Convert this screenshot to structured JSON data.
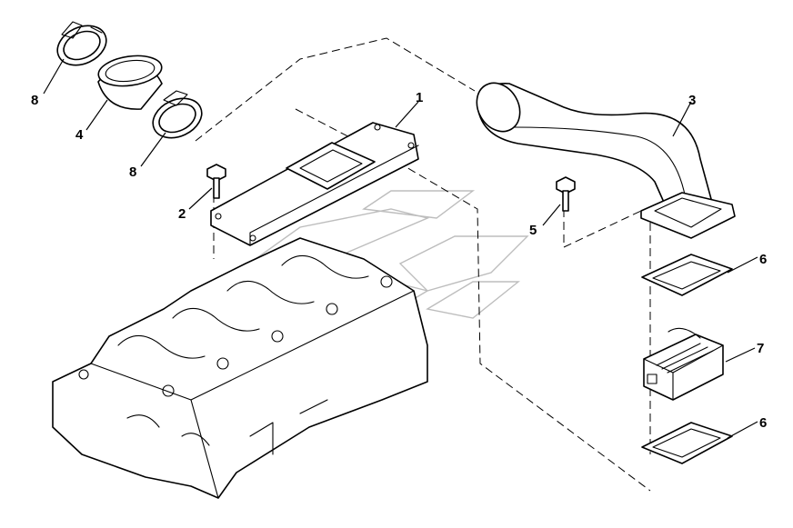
{
  "callouts": [
    {
      "id": "c8a",
      "label": "8"
    },
    {
      "id": "c4",
      "label": "4"
    },
    {
      "id": "c8b",
      "label": "8"
    },
    {
      "id": "c2",
      "label": "2"
    },
    {
      "id": "c1",
      "label": "1"
    },
    {
      "id": "c3",
      "label": "3"
    },
    {
      "id": "c5",
      "label": "5"
    },
    {
      "id": "c6a",
      "label": "6"
    },
    {
      "id": "c7",
      "label": "7"
    },
    {
      "id": "c6b",
      "label": "6"
    }
  ],
  "colors": {
    "line": "#000000",
    "watermark": "#bdbdbd",
    "background": "#ffffff"
  }
}
